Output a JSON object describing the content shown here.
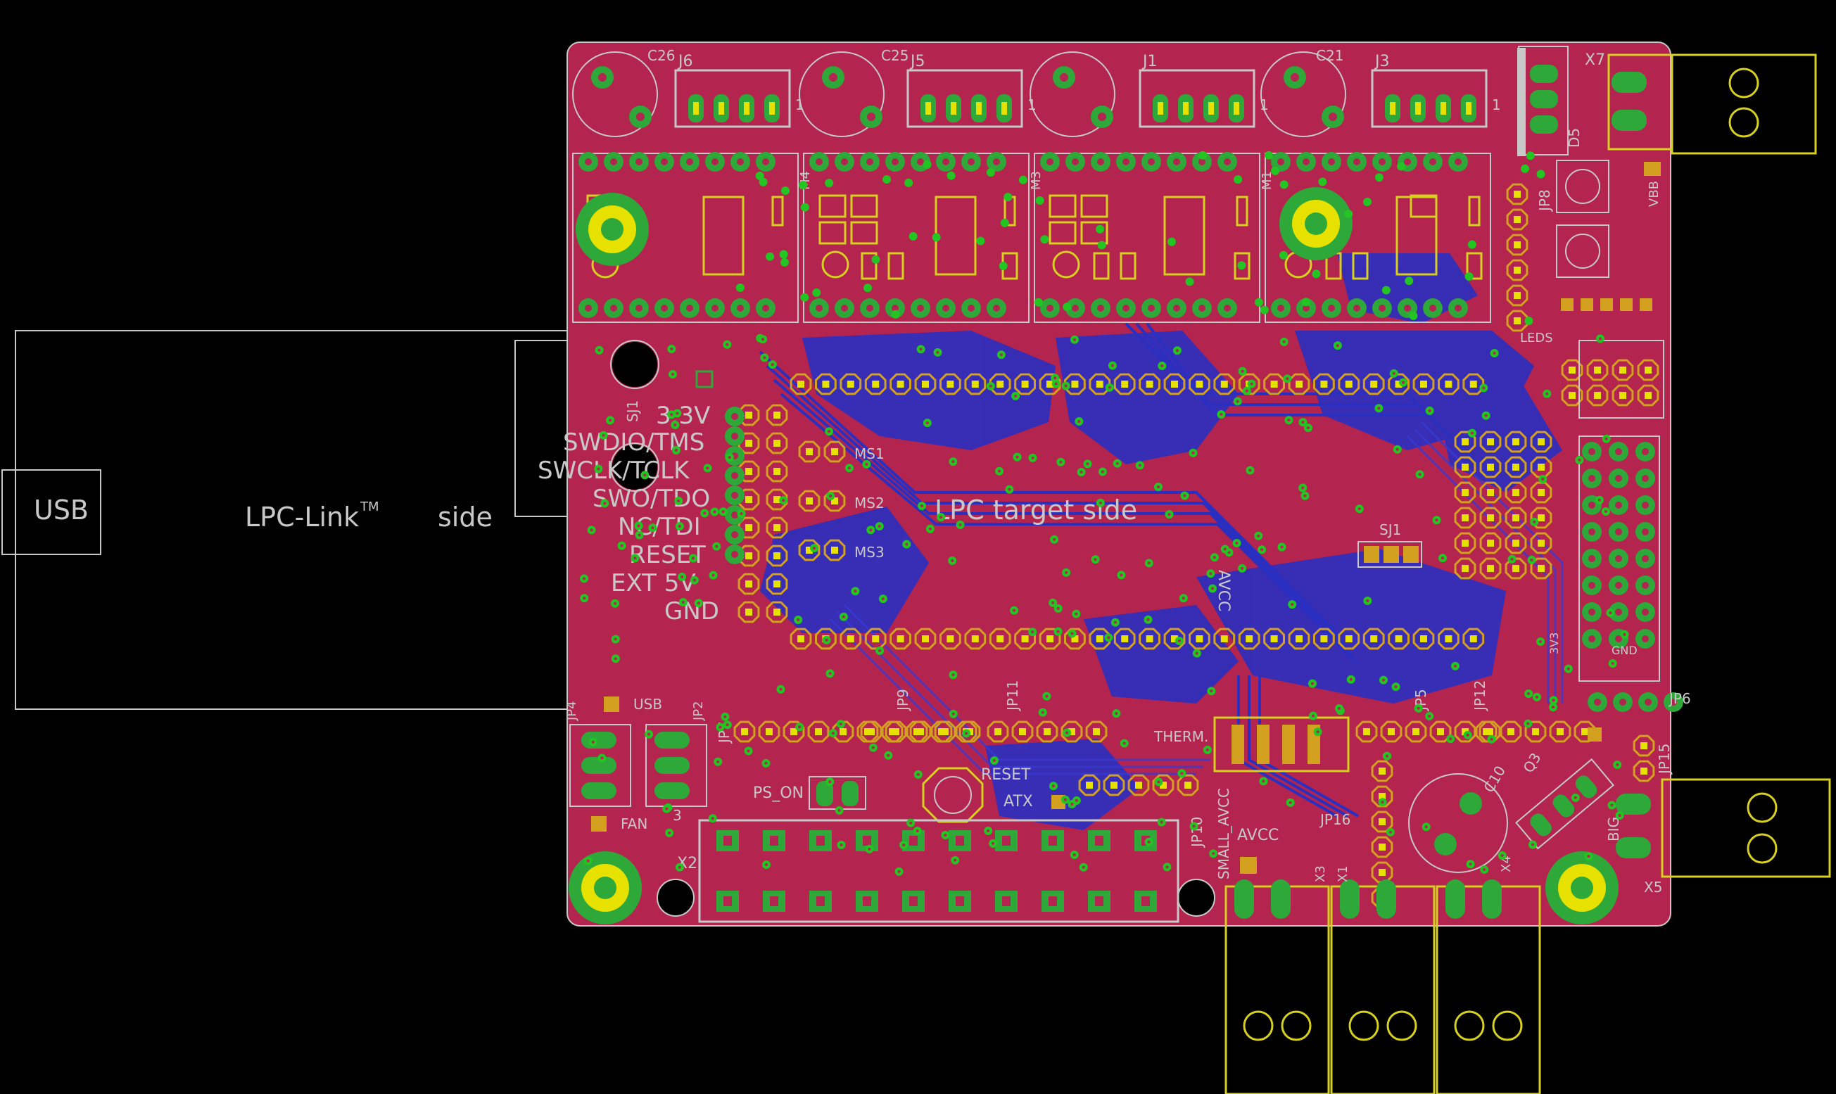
{
  "colors": {
    "background": "#000000",
    "board_top": "#b3244f",
    "board_bottom": "#2a2fc0",
    "pad_ring": "#2fa83a",
    "pad_hole": "#e7e100",
    "silk": "#c8c8c8",
    "silk_yellow": "#d7d020",
    "via": "#22c522",
    "smd_pad": "#d4a020"
  },
  "labels": {
    "usb": "USB",
    "lpc_link": "LPC-Link",
    "tm": "TM",
    "side_left": "side",
    "target_side": "LPC target side",
    "pin_3v3": "3.3V",
    "pin_swdio": "SWDIO/TMS",
    "pin_swclk": "SWCLK/TCLK",
    "pin_swo": "SWO/TDO",
    "pin_nc": "NC/TDI",
    "pin_reset": "RESET",
    "pin_ext5v": "EXT 5V",
    "pin_gnd": "GND",
    "sj1_left": "SJ1",
    "sj1": "SJ1",
    "ms1": "MS1",
    "ms2": "MS2",
    "ms3": "MS3",
    "avcc": "AVCC",
    "usb_led": "USB",
    "fan": "FAN",
    "ps_on": "PS_ON",
    "reset": "RESET",
    "atx": "ATX",
    "therm": "THERM.",
    "small_avcc": "SMALL_AVCC",
    "leds": "LEDS",
    "big": "BIG",
    "vbb": "VBB",
    "x7": "X7",
    "x5": "X5",
    "x2": "X2",
    "x3": "X3",
    "x1": "X1",
    "x4": "X4",
    "j6": "J6",
    "j5": "J5",
    "j1": "J1",
    "j3": "J3",
    "jp6": "JP6",
    "jp7": "JP7",
    "jp9": "JP9",
    "jp11": "JP11",
    "jp5": "JP5",
    "jp12": "JP12",
    "jp10": "JP10",
    "jp16": "JP16",
    "jp15": "JP15",
    "jp4": "JP4",
    "jp2": "JP2",
    "jp8": "JP8",
    "c10": "C10",
    "q3": "Q3",
    "c26": "C26",
    "c25": "C25",
    "c21": "C21",
    "d5": "D5",
    "gnd_header": "GND",
    "header_3v3": "3V3",
    "m4": "M4",
    "m3": "M3",
    "m1": "M1",
    "one": "1",
    "three": "3"
  }
}
